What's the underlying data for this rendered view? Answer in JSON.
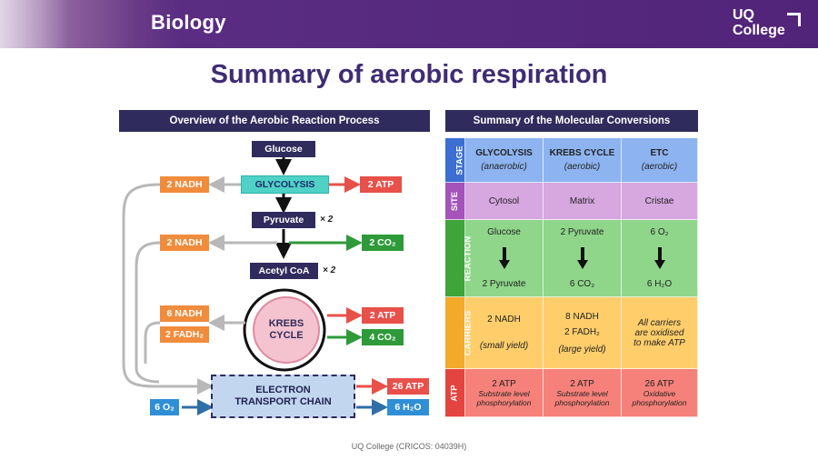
{
  "header": {
    "subject": "Biology",
    "logo_line1": "UQ",
    "logo_line2": "College"
  },
  "title": "Summary of aerobic respiration",
  "footer": "UQ College (CRICOS: 04039H)",
  "overview": {
    "heading": "Overview of the Aerobic Reaction Process",
    "glucose": "Glucose",
    "glycolysis": "GLYCOLYSIS",
    "pyruvate": "Pyruvate",
    "pyruvate_mult": "× 2",
    "acetyl": "Acetyl CoA",
    "acetyl_mult": "× 2",
    "krebs_line1": "KREBS",
    "krebs_line2": "CYCLE",
    "etc_line1": "ELECTRON",
    "etc_line2": "TRANSPORT CHAIN",
    "nadh_glyco": "2 NADH",
    "atp_glyco": "2 ATP",
    "nadh_link": "2 NADH",
    "co2_link": "2 CO₂",
    "nadh_krebs": "6 NADH",
    "fadh_krebs": "2 FADH₂",
    "atp_krebs": "2 ATP",
    "co2_krebs": "4 CO₂",
    "o2_in": "6 O₂",
    "atp_etc": "26 ATP",
    "h2o_etc": "6 H₂O"
  },
  "summary": {
    "heading": "Summary of the Molecular Conversions",
    "rows": {
      "stage": "STAGE",
      "site": "SITE",
      "reaction": "REACTION",
      "carriers": "CARRIERS",
      "atp": "ATP"
    },
    "glycolysis": {
      "name": "GLYCOLYSIS",
      "type": "(anaerobic)",
      "site": "Cytosol",
      "from": "Glucose",
      "to": "2 Pyruvate",
      "carriers": "2 NADH",
      "yield": "(small yield)",
      "atp": "2 ATP",
      "atp_note1": "Substrate level",
      "atp_note2": "phosphorylation"
    },
    "krebs": {
      "name": "KREBS CYCLE",
      "type": "(aerobic)",
      "site": "Matrix",
      "from": "2 Pyruvate",
      "to": "6 CO₂",
      "carriers1": "8 NADH",
      "carriers2": "2 FADH₂",
      "yield": "(large yield)",
      "atp": "2 ATP",
      "atp_note1": "Substrate level",
      "atp_note2": "phosphorylation"
    },
    "etc": {
      "name": "ETC",
      "type": "(aerobic)",
      "site": "Cristae",
      "from": "6 O₂",
      "to": "6 H₂O",
      "carriers1": "All carriers",
      "carriers2": "are oxidised",
      "carriers3": "to make ATP",
      "atp": "26 ATP",
      "atp_note1": "Oxidative",
      "atp_note2": "phosphorylation"
    }
  },
  "colors": {
    "brand_purple": "#51247a",
    "title": "#3e2c73",
    "navy": "#2f2b5c"
  }
}
